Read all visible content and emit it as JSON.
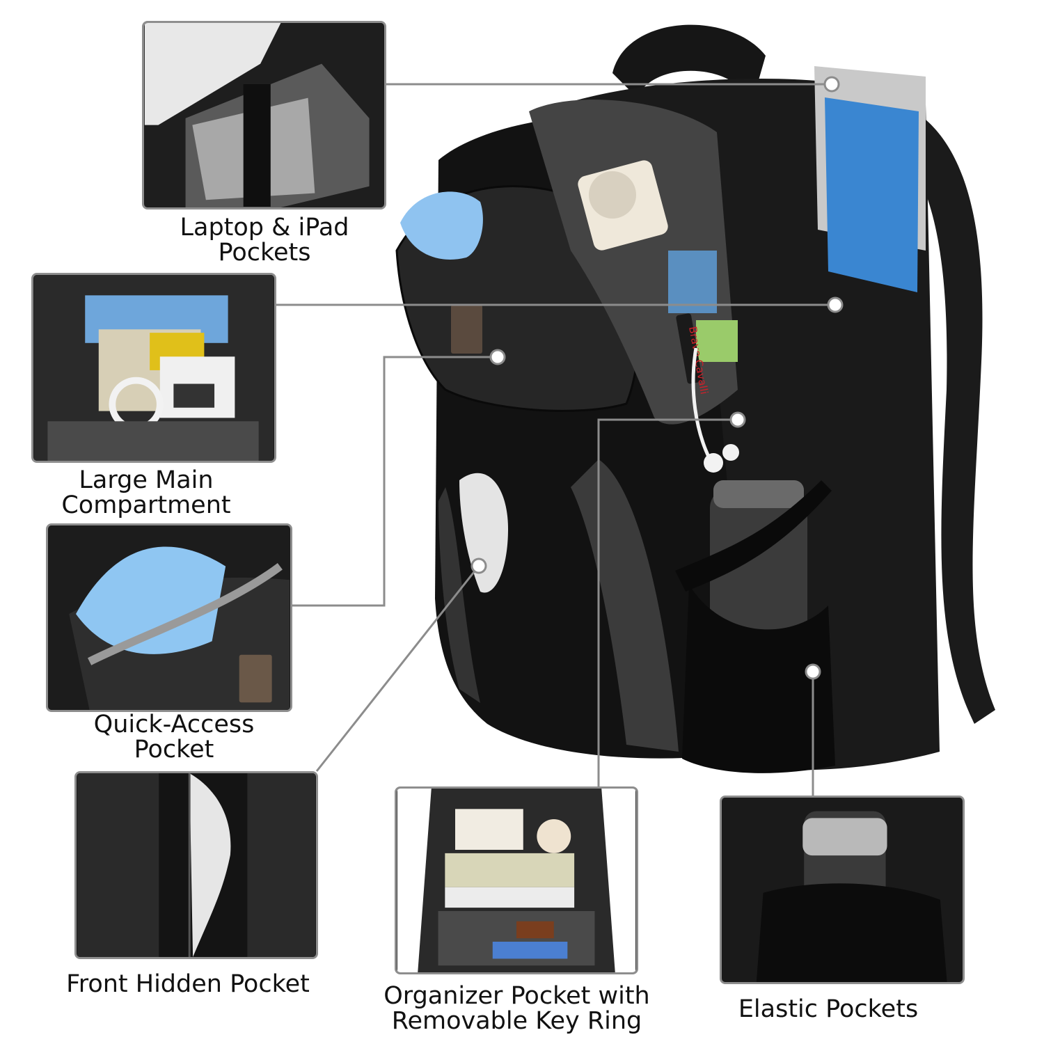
{
  "features": [
    {
      "id": "laptop",
      "caption_lines": [
        "Laptop & iPad",
        "Pockets"
      ]
    },
    {
      "id": "main",
      "caption_lines": [
        "Large Main",
        "Compartment"
      ]
    },
    {
      "id": "quick",
      "caption_lines": [
        "Quick-Access",
        "Pocket"
      ]
    },
    {
      "id": "hidden",
      "caption_lines": [
        "Front Hidden Pocket"
      ]
    },
    {
      "id": "organizer",
      "caption_lines": [
        "Organizer Pocket with",
        "Removable Key Ring"
      ]
    },
    {
      "id": "elastic",
      "caption_lines": [
        "Elastic Pockets"
      ]
    }
  ],
  "brand_label": "Bravo Cavalli",
  "colors": {
    "bag": "#141414",
    "bag_panel": "#3a3a3a",
    "accent_blue": "#7fb3e6",
    "callout_line": "#8c8c8c",
    "brand_red": "#d0202a"
  }
}
